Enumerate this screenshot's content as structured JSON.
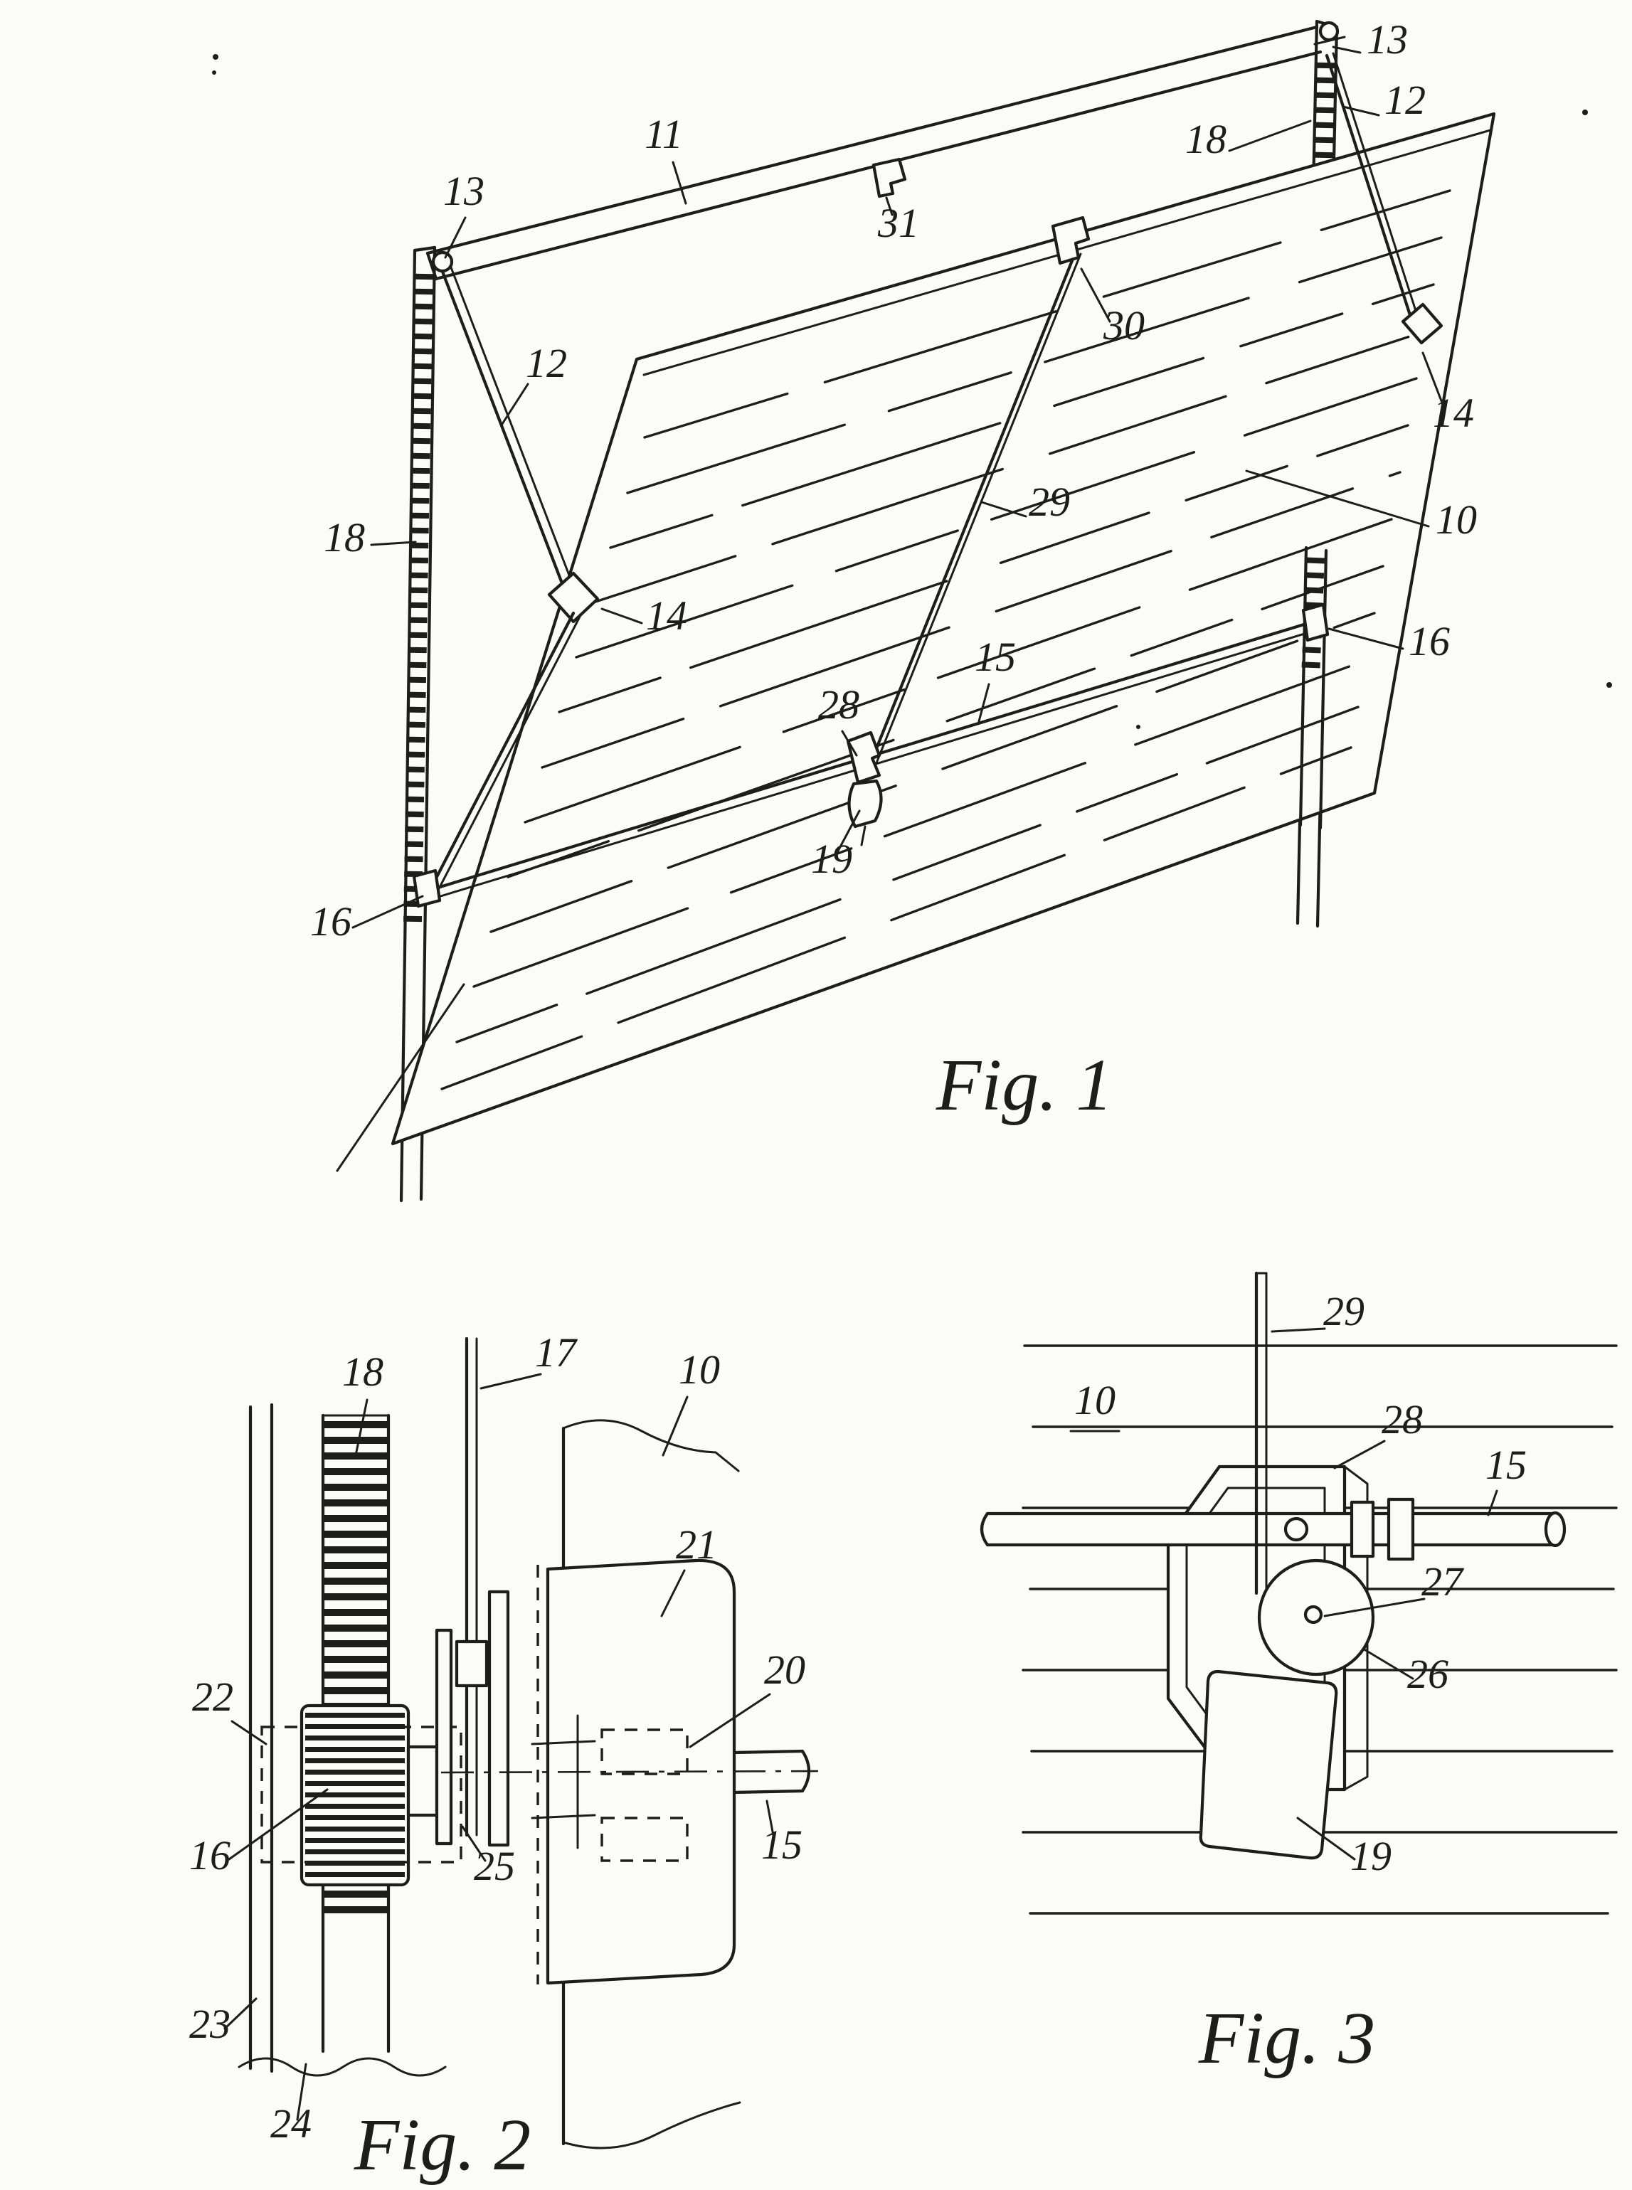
{
  "page": {
    "ink_color": "#1d1d1c",
    "background_color": "#fbfbf8"
  },
  "fig1": {
    "caption": "Fig. 1",
    "labels": {
      "ref13_top_right": "13",
      "ref12_right": "12",
      "ref18_right": "18",
      "ref11": "11",
      "ref31": "31",
      "ref13_left": "13",
      "ref12_left": "12",
      "ref30": "30",
      "ref14_right": "14",
      "ref10": "10",
      "ref18_left": "18",
      "ref29": "29",
      "ref14_left": "14",
      "ref16_right": "16",
      "ref15": "15",
      "ref28": "28",
      "ref19": "19",
      "ref16_left": "16"
    }
  },
  "fig2": {
    "caption": "Fig. 2",
    "labels": {
      "ref18": "18",
      "ref17": "17",
      "ref10": "10",
      "ref21": "21",
      "ref22": "22",
      "ref20": "20",
      "ref16": "16",
      "ref25": "25",
      "ref15": "15",
      "ref23": "23",
      "ref24": "24"
    }
  },
  "fig3": {
    "caption": "Fig. 3",
    "labels": {
      "ref29": "29",
      "ref10": "10",
      "ref28": "28",
      "ref15": "15",
      "ref27": "27",
      "ref26": "26",
      "ref19": "19"
    }
  }
}
